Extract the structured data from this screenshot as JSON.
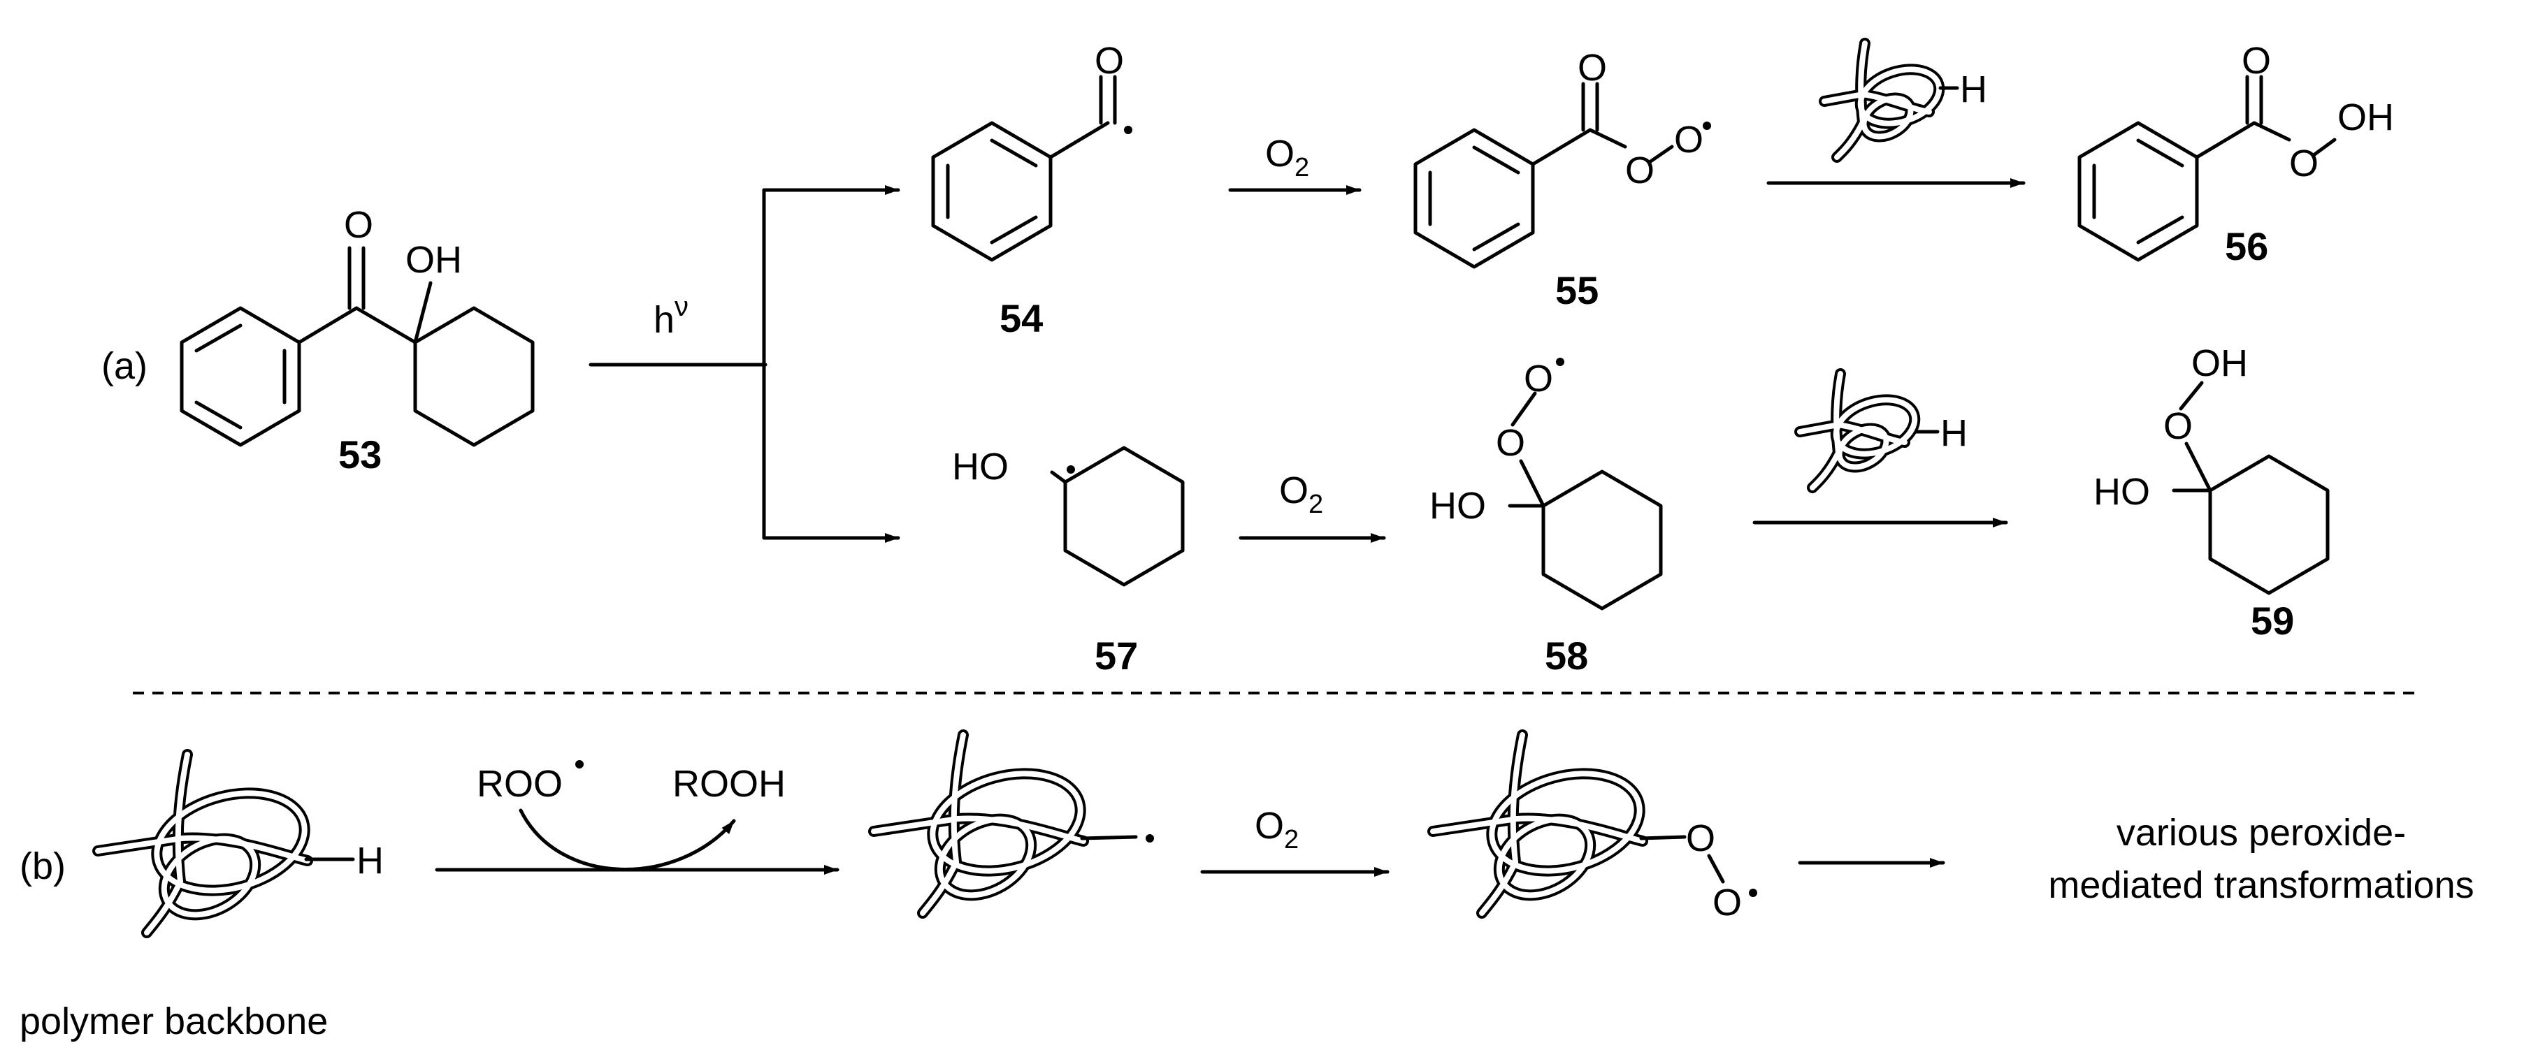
{
  "labels": {
    "part_a": "(a)",
    "part_b": "(b)",
    "hv_h": "h",
    "hv_nu": "ν",
    "polymer_backbone": "polymer backbone",
    "various_line1": "various peroxide-",
    "various_line2": "mediated transformations",
    "roo": "ROO",
    "rooh": "ROOH",
    "O": "O",
    "OH": "OH",
    "HO": "HO",
    "H": "H",
    "O2_O": "O",
    "O2_sub": "2"
  },
  "compounds": [
    "53",
    "54",
    "55",
    "56",
    "57",
    "58",
    "59"
  ],
  "colors": {
    "ink": "#000000",
    "background": "#ffffff"
  }
}
